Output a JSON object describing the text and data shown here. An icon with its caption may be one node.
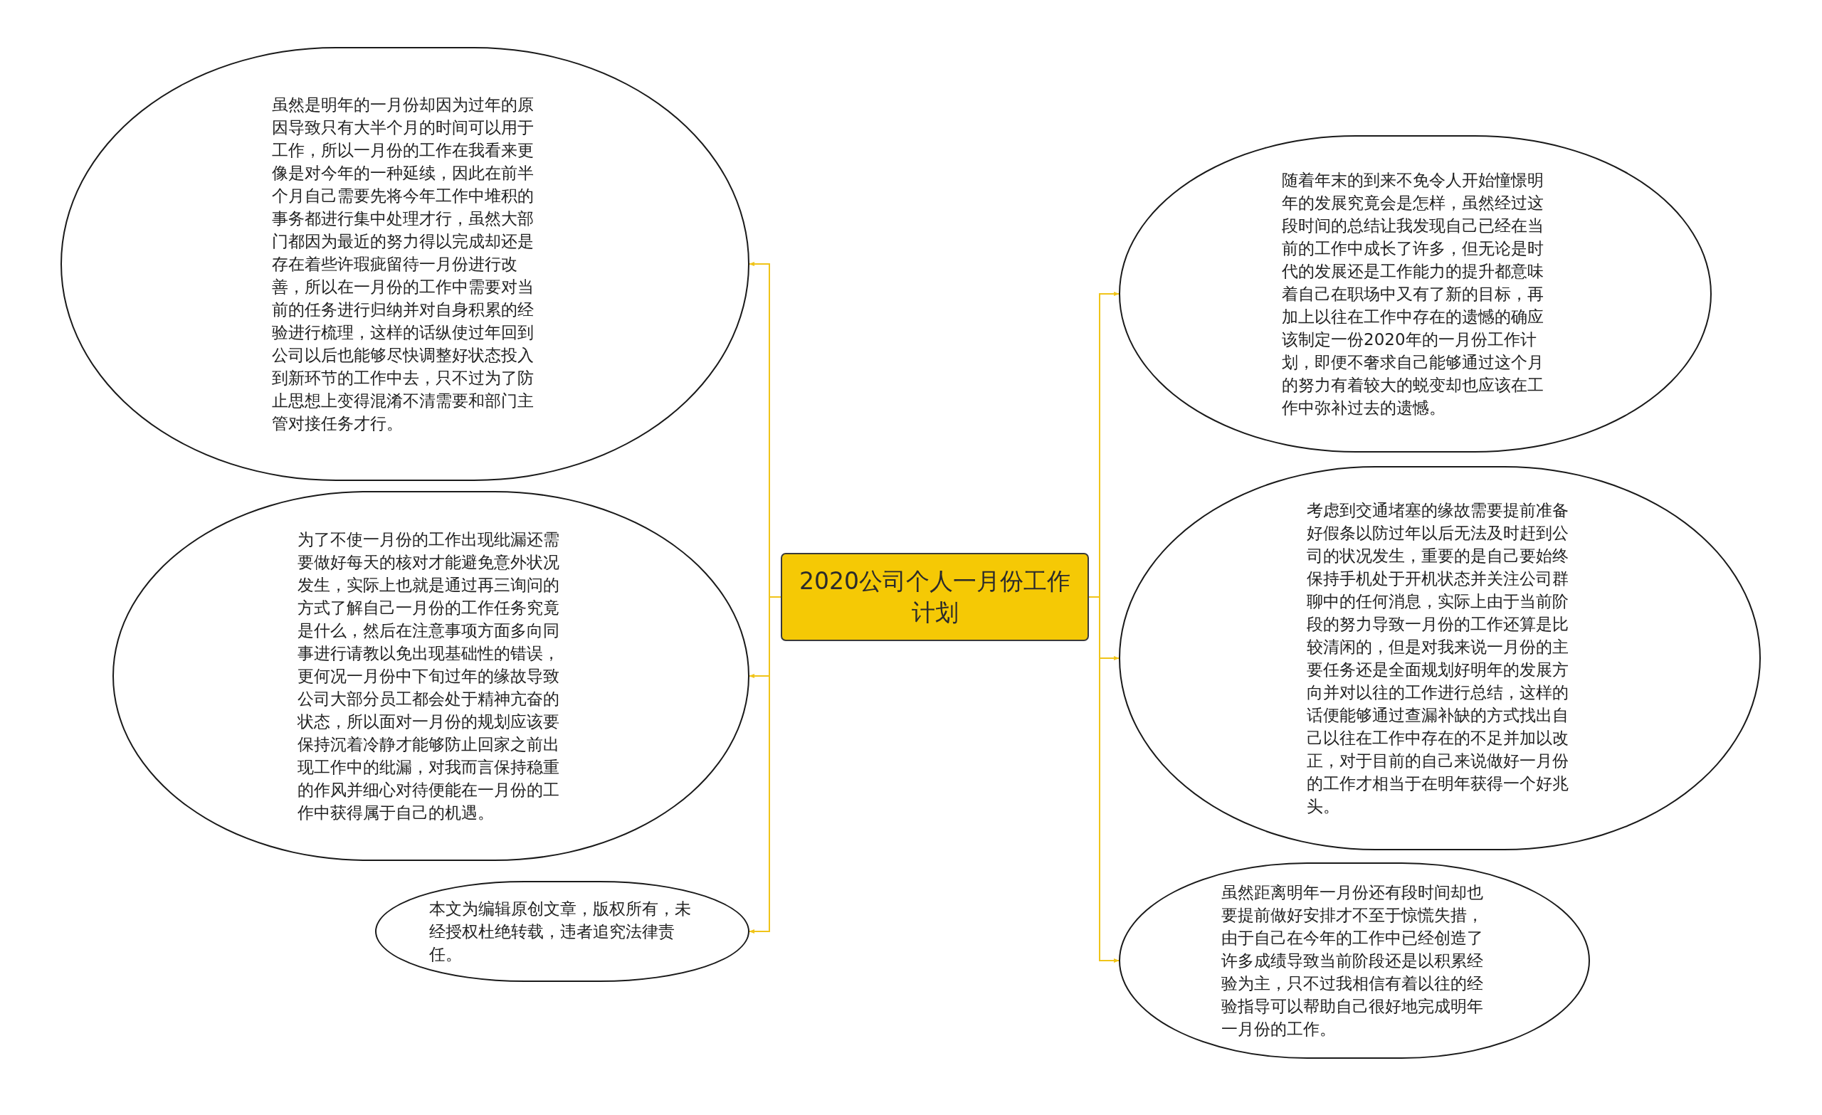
{
  "diagram": {
    "nodes": [
      {
        "text": [
          "2020公司个人一月份工作计划"
        ]
      },
      {
        "text": [
          "虽然是明年的一月份却因为过年的原因导致只有大半个月的时间可以用于工作，所以一月份的工作在我看来更像是对今年的一种延续，因此在前半个月自己需要先将今年工作中堆积的事务都进行集中处理才行，虽然大部门都因为最近的努力得以完成却还是存在着些许瑕疵留待一月份进行改善，所以在一月份的工作中需要对当前的任务进行归纳并对自身积累的经验进行梳理，这样的话纵使过年回到公司以后也能够尽快调整好状态投入到新环节的工作中去，只不过为了防止思想上变得混淆不清需要和部门主管对接任务才行。"
        ]
      },
      {
        "text": [
          "为了不使一月份的工作出现纰漏还需要做好每天的核对才能避免意外状况发生，实际上也就是通过再三询问的方式了解自己一月份的工作任务究竟是什么，然后在注意事项方面多向同事进行请教以免出现基础性的错误，更何况一月份中下旬过年的缘故导致公司大部分员工都会处于精神亢奋的状态，所以面对一月份的规划应该要保持沉着冷静才能够防止回家之前出现工作中的纰漏，对我而言保持稳重的作风并细心对待便能在一月份的工作中获得属于自己的机遇。"
        ]
      },
      {
        "text": [
          "本文为编辑原创文章，版权所有，未经授权杜绝转载，违者追究法律责任。"
        ]
      },
      {
        "text": [
          "随着年末的到来不免令人开始憧憬明年的发展究竟会是怎样，虽然经过这段时间的总结让我发现自己已经在当前的工作中成长了许多，但无论是时代的发展还是工作能力的提升都意味着自己在职场中又有了新的目标，再加上以往在工作中存在的遗憾的确应该制定一份2020年的一月份工作计划，即便不奢求自己能够通过这个月的努力有着较大的蜕变却也应该在工作中弥补过去的遗憾。"
        ]
      },
      {
        "text": [
          "考虑到交通堵塞的缘故需要提前准备好假条以防过年以后无法及时赶到公司的状况发生，重要的是自己要始终保持手机处于开机状态并关注公司群聊中的任何消息，实际上由于当前阶段的努力导致一月份的工作还算是比较清闲的，但是对我来说一月份的主要任务还是全面规划好明年的发展方向并对以往的工作进行总结，这样的话便能够通过查漏补缺的方式找出自己以往在工作中存在的不足并加以改正，对于目前的自己来说做好一月份的工作才相当于在明年获得一个好兆头。"
        ]
      },
      {
        "text": [
          "虽然距离明年一月份还有段时间却也要提前做好安排才不至于惊慌失措，由于自己在今年的工作中已经创造了许多成绩导致当前阶段还是以积累经验为主，只不过我相信有着以往的经验指导可以帮助自己很好地完成明年一月份的工作。"
        ]
      }
    ],
    "edges": [
      {
        "from": 0,
        "to": 1,
        "arrow": "to"
      },
      {
        "from": 0,
        "to": 2,
        "arrow": "to"
      },
      {
        "from": 0,
        "to": 3,
        "arrow": "to"
      },
      {
        "from": 0,
        "to": 4,
        "arrow": "to"
      },
      {
        "from": 0,
        "to": 5,
        "arrow": "to"
      },
      {
        "from": 0,
        "to": 6,
        "arrow": "to"
      }
    ]
  }
}
